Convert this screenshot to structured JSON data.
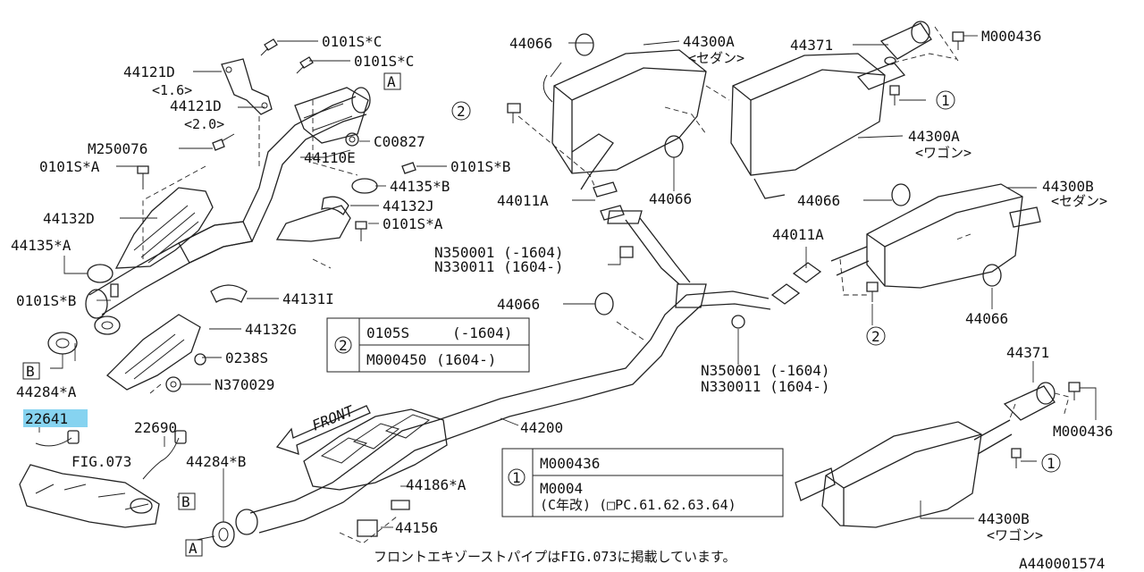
{
  "diagram_id": "A440001574",
  "footer_note": "フロントエキゾーストパイプはFIG.073に掲載しています。",
  "front_label": "FRONT",
  "fig_ref": "FIG.073",
  "highlighted_part": "22641",
  "labels": {
    "p0101s_c_1": "0101S*C",
    "p0101s_c_2": "0101S*C",
    "p44121d_16": "44121D",
    "p44121d_16_note": "<1.6>",
    "p44121d_20": "44121D",
    "p44121d_20_note": "<2.0>",
    "pm250076": "M250076",
    "p0101s_a_top": "0101S*A",
    "p44132d": "44132D",
    "p44135_a": "44135*A",
    "p0101s_b_left": "0101S*B",
    "p44284_a": "44284*A",
    "p22641": "22641",
    "p22690": "22690",
    "p44284_b": "44284*B",
    "p44110e": "44110E",
    "pc00827": "C00827",
    "p0101s_b_right": "0101S*B",
    "p44135_b": "44135*B",
    "p44132j": "44132J",
    "p0101s_a_right": "0101S*A",
    "p44131i": "44131I",
    "p44132g": "44132G",
    "p0238s": "0238S",
    "pn370029": "N370029",
    "p44066_top": "44066",
    "p44300a_sedan": "44300A",
    "p44300a_sedan_note": "<セダン>",
    "p44011a_mid": "44011A",
    "pn350001_mid": "N350001 (-1604)",
    "pn330011_mid": "N330011 (1604-)",
    "p44066_mid": "44066",
    "p44066_left": "44066",
    "p44200": "44200",
    "p44186_a": "44186*A",
    "p44156": "44156",
    "p44371_top": "44371",
    "pm000436_top": "M000436",
    "p44300a_wagon": "44300A",
    "p44300a_wagon_note": "<ワゴン>",
    "p44066_right": "44066",
    "p44300b_sedan": "44300B",
    "p44300b_sedan_note": "<セダン>",
    "p44011a_right": "44011A",
    "p44066_lower_right": "44066",
    "pn350001_right": "N350001 (-1604)",
    "pn330011_right": "N330011 (1604-)",
    "p44371_bottom": "44371",
    "pm000436_bottom": "M000436",
    "p44300b_wagon": "44300B",
    "p44300b_wagon_note": "<ワゴン>"
  },
  "callouts": {
    "a": "A",
    "b": "B",
    "one": "1",
    "two": "2"
  },
  "legend_2": {
    "key": "2",
    "rows": [
      {
        "part": "0105S",
        "range": "(-1604)"
      },
      {
        "part": "M000450",
        "range": "(1604-)"
      }
    ]
  },
  "legend_1": {
    "key": "1",
    "rows": [
      {
        "line1": "M000436",
        "line2": ""
      },
      {
        "line1": "M0004",
        "line2": "(C年改) (□PC.61.62.63.64)"
      }
    ]
  },
  "colors": {
    "ink": "#222222",
    "highlight": "#86d3f0",
    "background": "#ffffff"
  }
}
